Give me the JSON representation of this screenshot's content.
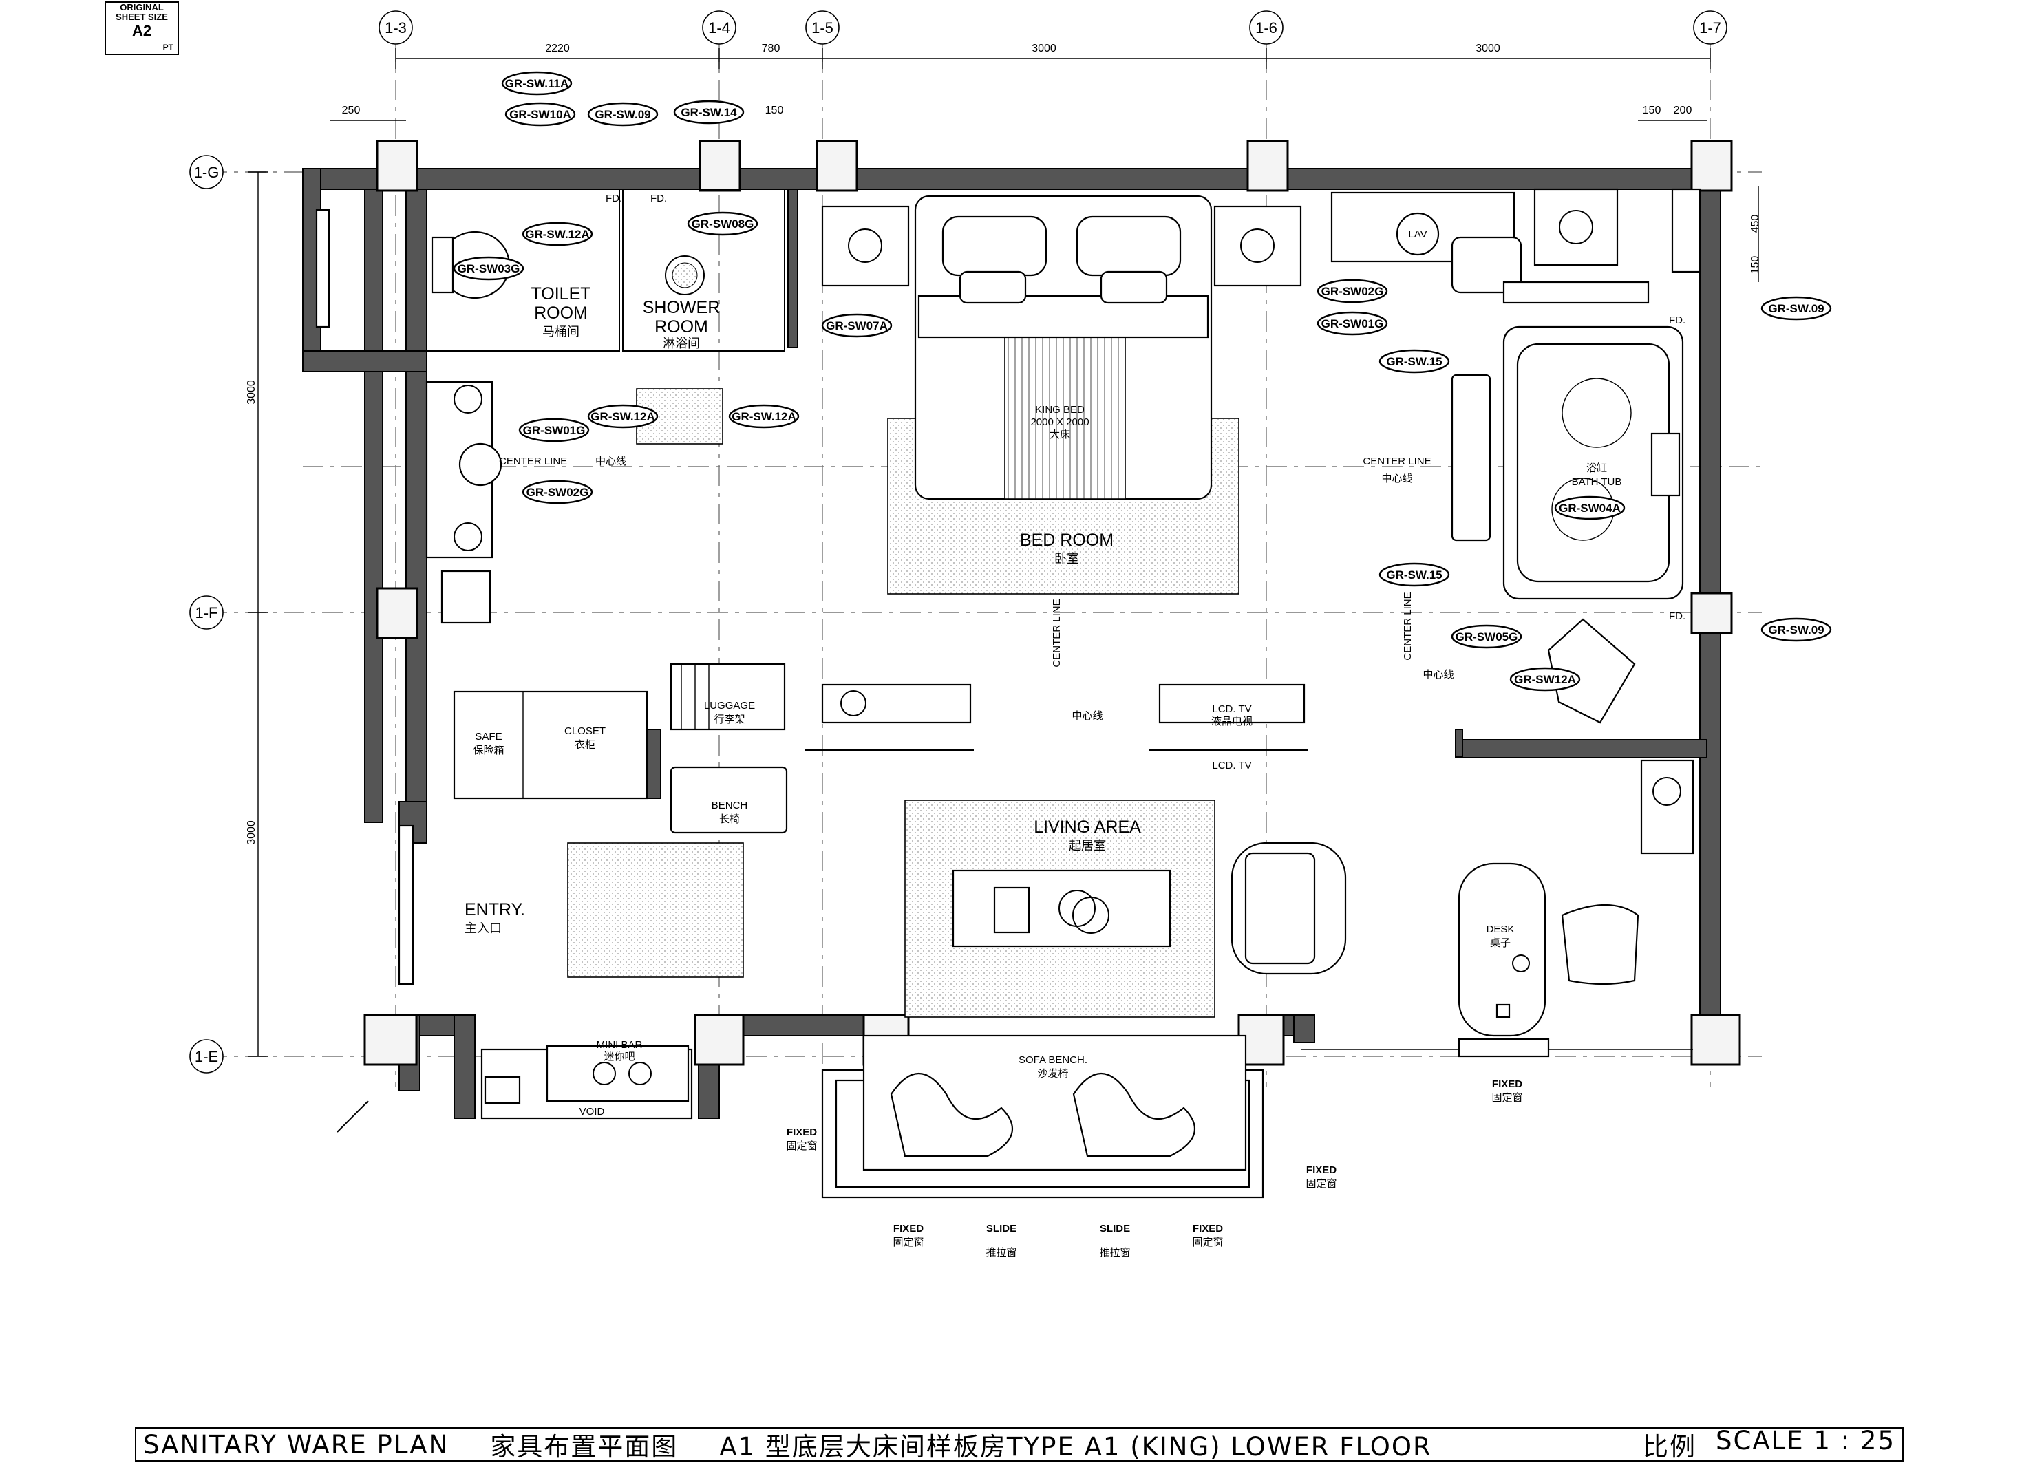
{
  "sheet_size": {
    "label": "ORIGINAL SHEET SIZE",
    "size": "A2",
    "suffix": "PT"
  },
  "grid": {
    "columns": [
      "1-3",
      "1-4",
      "1-5",
      "1-6",
      "1-7"
    ],
    "rows": [
      "1-G",
      "1-F",
      "1-E"
    ]
  },
  "dimensions": {
    "top": [
      "2220",
      "780",
      "3000",
      "3000"
    ],
    "left": [
      "3000",
      "3000"
    ],
    "small": [
      "250",
      "150",
      "150",
      "200",
      "450",
      "150"
    ]
  },
  "rooms": {
    "toilet": {
      "en1": "TOILET",
      "en2": "ROOM",
      "cn": "马桶间"
    },
    "shower": {
      "en1": "SHOWER",
      "en2": "ROOM",
      "cn": "淋浴间"
    },
    "bedroom": {
      "en": "BED ROOM",
      "cn": "卧室"
    },
    "king_bed": {
      "en": "KING BED",
      "size": "2000 X 2000",
      "cn": "大床"
    },
    "living": {
      "en": "LIVING AREA",
      "cn": "起居室"
    },
    "entry": {
      "en": "ENTRY.",
      "cn": "主入口"
    },
    "luggage": {
      "en": "LUGGAGE",
      "cn": "行李架"
    },
    "safe": {
      "en": "SAFE",
      "cn": "保险箱"
    },
    "closet": {
      "en": "CLOSET",
      "cn": "衣柜"
    },
    "bench": {
      "en": "BENCH",
      "cn": "长椅"
    },
    "minibar": {
      "en": "MINI BAR",
      "cn": "迷你吧"
    },
    "void": "VOID",
    "sofa": {
      "en": "SOFA BENCH.",
      "cn": "沙发椅"
    },
    "desk": {
      "en": "DESK",
      "cn": "桌子"
    },
    "lcd_tv": {
      "en": "LCD. TV",
      "cn": "液晶电视"
    },
    "lcd_tv2": "LCD. TV",
    "bathtub": {
      "cn": "浴缸",
      "en": "BATH TUB"
    },
    "lav": "LAV",
    "fd": "FD."
  },
  "center_lines": {
    "left": {
      "en": "CENTER LINE",
      "cn": "中心线"
    },
    "right": {
      "en": "CENTER LINE",
      "cn": "中心线"
    },
    "vert1": {
      "en": "CENTER LINE",
      "cn": "中心线"
    },
    "vert2": {
      "en": "CENTER LINE",
      "cn": "中心线"
    }
  },
  "windows": {
    "fixed_en": "FIXED",
    "fixed_cn": "固定窗",
    "slide_en": "SLIDE",
    "slide_cn": "推拉窗"
  },
  "tags": [
    "GR-SW.11A",
    "GR-SW10A",
    "GR-SW.09",
    "GR-SW.14",
    "GR-SW.12A",
    "GR-SW03G",
    "GR-SW08G",
    "GR-SW07A",
    "GR-SW.12A",
    "GR-SW.12A",
    "GR-SW01G",
    "GR-SW02G",
    "GR-SW02G",
    "GR-SW01G",
    "GR-SW.09",
    "GR-SW.15",
    "GR-SW04A",
    "GR-SW.15",
    "GR-SW05G",
    "GR-SW.09",
    "GR-SW12A"
  ],
  "title_block": {
    "title_en": "SANITARY WARE PLAN",
    "title_cn": "家具布置平面图",
    "subtitle": "A1 型底层大床间样板房TYPE A1 (KING) LOWER FLOOR",
    "scale_cn": "比例",
    "scale": "SCALE 1 : 25"
  }
}
